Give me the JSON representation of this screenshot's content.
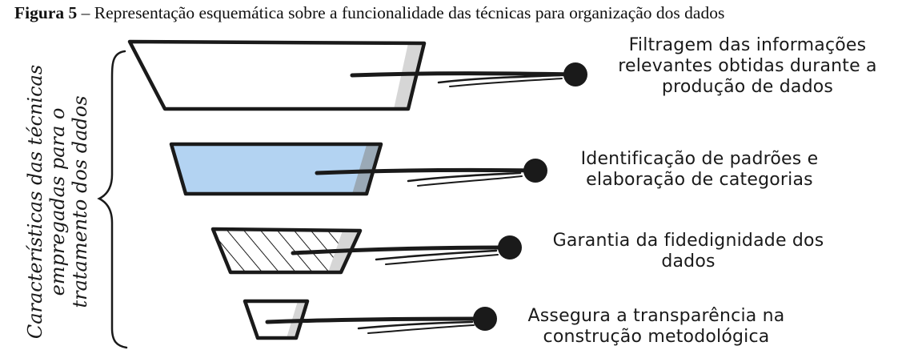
{
  "caption": {
    "figure_label": "Figura 5",
    "separator": " – ",
    "text": "Representação esquemática sobre a funcionalidade das técnicas para organização dos dados"
  },
  "side_label": {
    "line1": "Características das técnicas",
    "line2": "empregadas para o",
    "line3": "tratamento dos dados"
  },
  "levels": [
    {
      "line1": "Filtragem das informações",
      "line2": "relevantes obtidas durante a",
      "line3": "produção de dados",
      "fill": "none"
    },
    {
      "line1": "Identificação de padrões e",
      "line2": "elaboração de categorias",
      "fill": "light-blue"
    },
    {
      "line1": "Garantia da fidedignidade dos",
      "line2": "dados",
      "fill": "hatched"
    },
    {
      "line1": "Assegura a transparência na",
      "line2": "construção metodológica",
      "fill": "none"
    }
  ],
  "colors": {
    "ink": "#1a1a1a",
    "blue_fill": "#b3d3f2",
    "shade": "#cfcfcf"
  }
}
